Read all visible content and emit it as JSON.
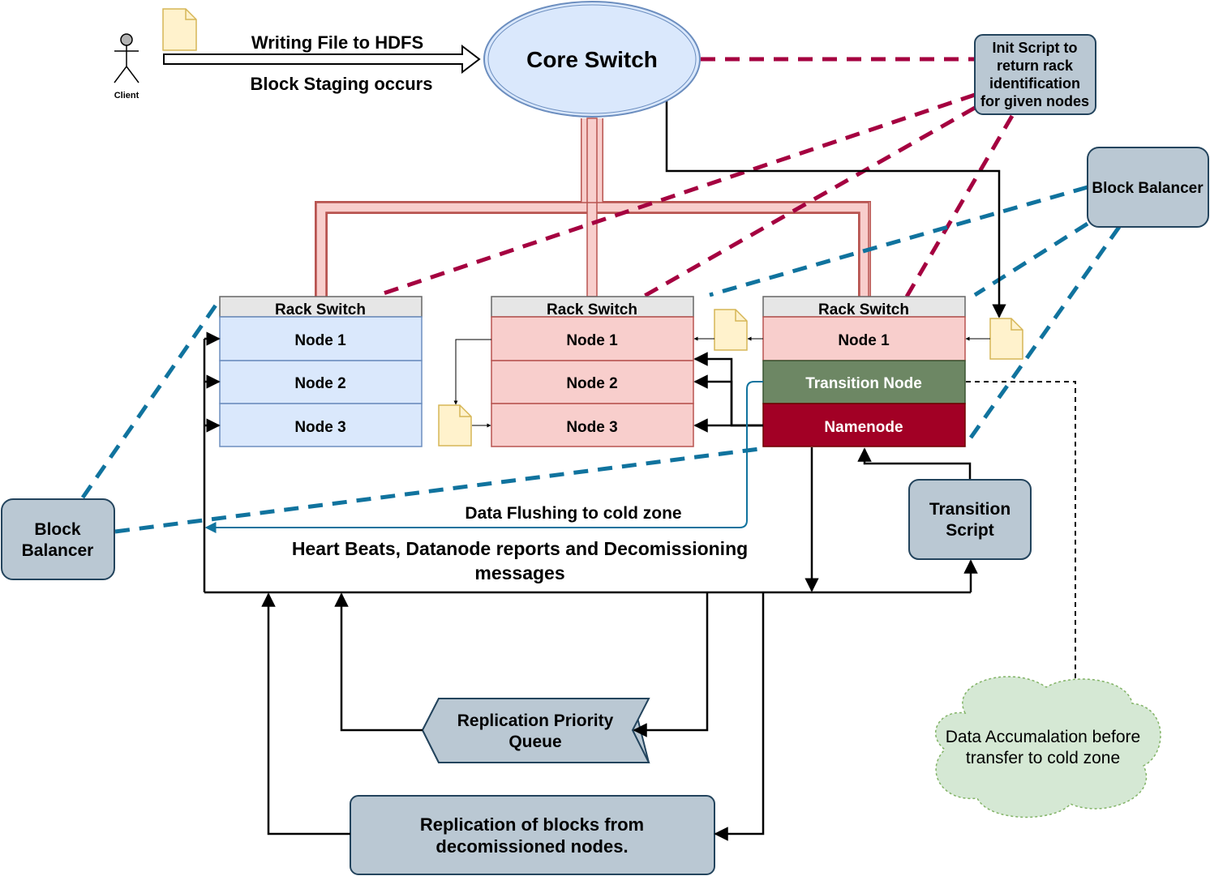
{
  "client": {
    "label": "Client",
    "icon": "stick-figure-icon"
  },
  "top": {
    "writing_label": "Writing File to HDFS",
    "staging_label": "Block Staging occurs",
    "core_switch": "Core Switch"
  },
  "init_script": {
    "line1": "Init Script to",
    "line2": "return rack",
    "line3": "identification",
    "line4": "for given nodes"
  },
  "balancer_right": {
    "label": "Block Balancer"
  },
  "balancer_left": {
    "line1": "Block",
    "line2": "Balancer"
  },
  "racks": [
    {
      "header": "Rack Switch",
      "rows": [
        "Node 1",
        "Node 2",
        "Node 3"
      ]
    },
    {
      "header": "Rack Switch",
      "rows": [
        "Node 1",
        "Node 2",
        "Node 3"
      ]
    },
    {
      "header": "Rack Switch",
      "rows": [
        "Node 1",
        "Transition Node",
        "Namenode"
      ]
    }
  ],
  "flushing_label": "Data Flushing to cold zone",
  "heartbeats": {
    "line1": "Heart Beats, Datanode reports and Decomissioning",
    "line2": "messages"
  },
  "transition_script": {
    "line1": "Transition",
    "line2": "Script"
  },
  "cloud": {
    "line1": "Data Accumalation before",
    "line2": "transfer to cold zone"
  },
  "priority_queue": {
    "line1": "Replication Priority",
    "line2": "Queue"
  },
  "replication_box": {
    "line1": "Replication of blocks from",
    "line2": "decomissioned nodes."
  },
  "colors": {
    "rack_blue": "#dae8fc",
    "rack_red": "#f8cecc",
    "transition_node": "#6d8764",
    "namenode": "#a20025",
    "box_gray": "#bac8d3",
    "magenta_dash": "#a50040",
    "blue_dash": "#10739e",
    "pipe": "#f8cecc",
    "cloud": "#d5e8d4",
    "doc": "#fff2cc"
  }
}
